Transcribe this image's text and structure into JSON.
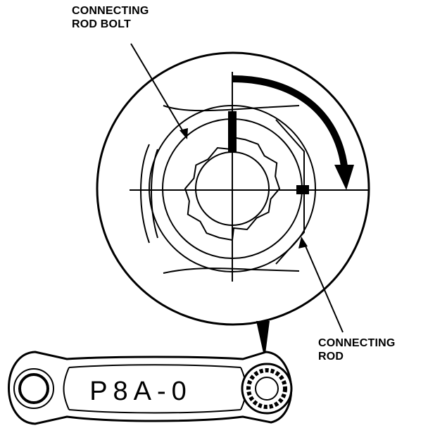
{
  "labels": {
    "bolt_line1": "CONNECTING",
    "bolt_line2": "ROD BOLT",
    "rod_line1": "CONNECTING",
    "rod_line2": "ROD"
  },
  "rod_marking": "P8A-0",
  "colors": {
    "ink": "#000000",
    "paper": "#ffffff"
  }
}
